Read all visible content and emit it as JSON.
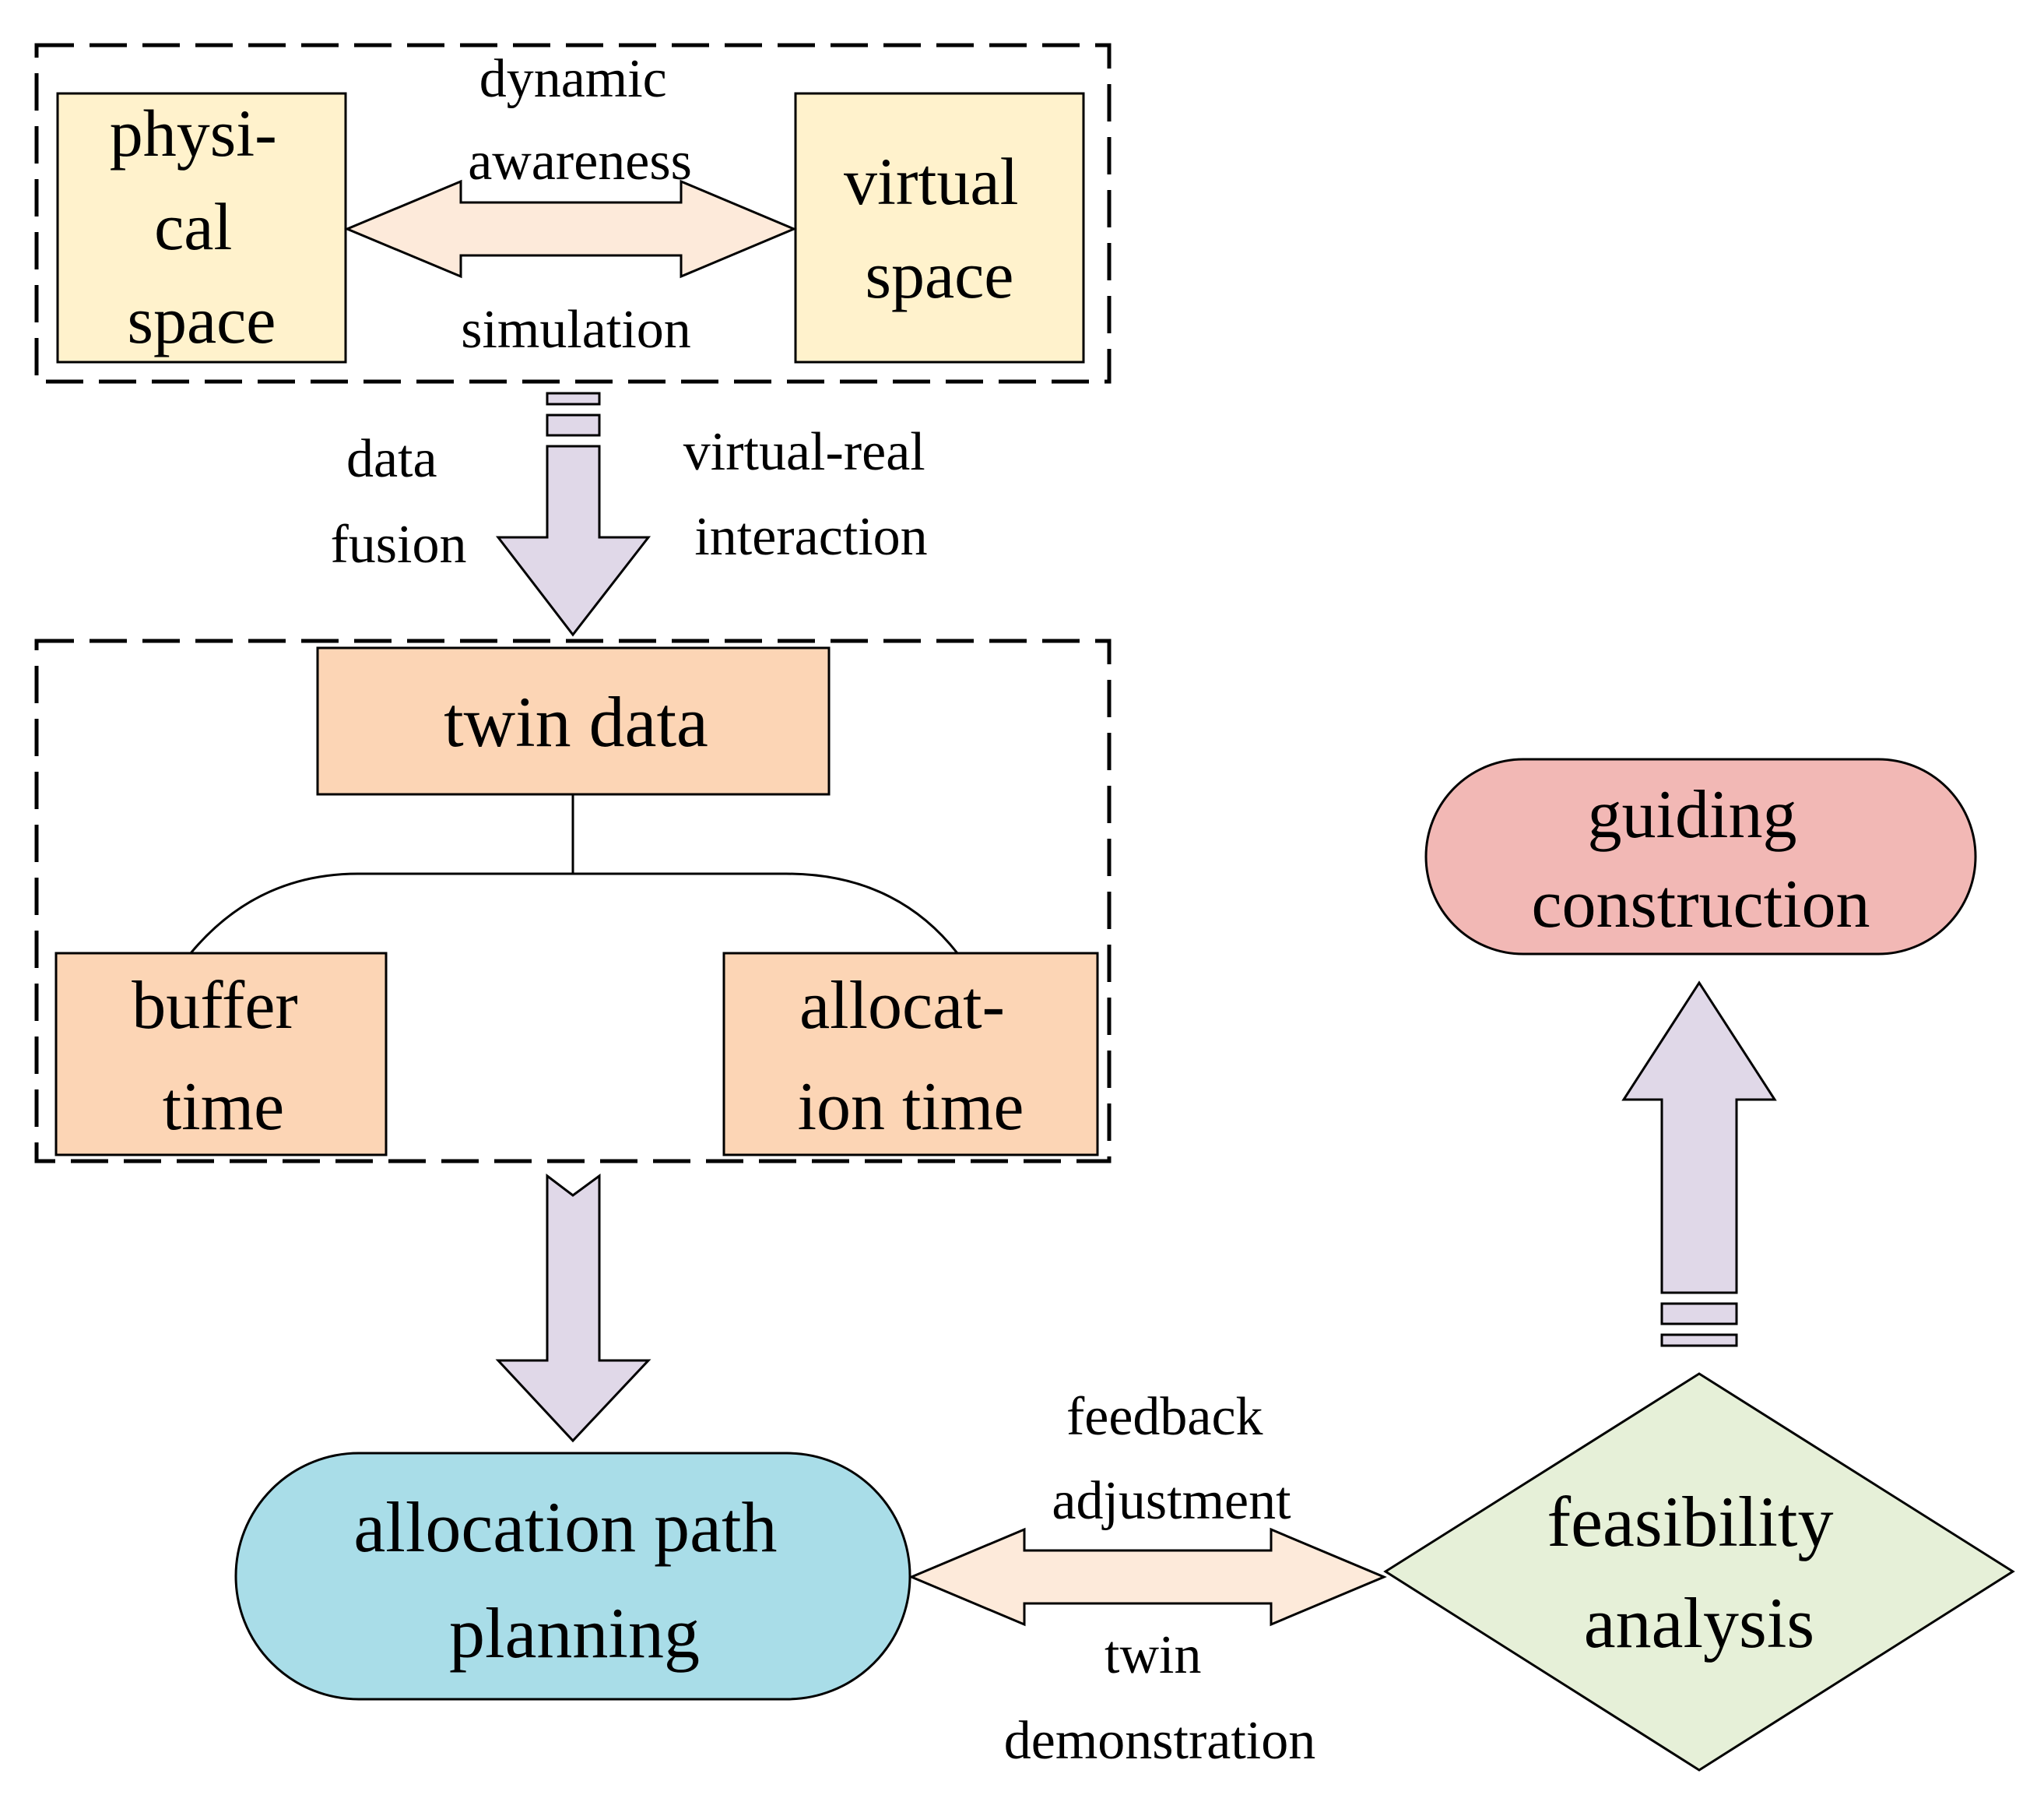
{
  "colors": {
    "space_box_fill": "#FFF2CC",
    "twin_box_fill": "#FCD5B5",
    "double_arrow_fill": "#FDEADA",
    "down_arrow_fill": "#E0D8E8",
    "planning_fill": "#A9DDE8",
    "feasibility_fill": "#E6F0D8",
    "guiding_fill": "#F2B8B5",
    "stroke": "#000000"
  },
  "nodes": {
    "physical_space": [
      "physi-",
      "cal",
      "space"
    ],
    "virtual_space": [
      "virtual",
      "space"
    ],
    "twin_data": "twin data",
    "buffer_time": [
      "buffer",
      "time"
    ],
    "allocation_time": [
      "allocat-",
      "ion time"
    ],
    "allocation_path_planning": [
      "allocation path",
      "planning"
    ],
    "feasibility_analysis": [
      "feasibility",
      "analysis"
    ],
    "guiding_construction": [
      "guiding",
      "construction"
    ]
  },
  "edge_labels": {
    "dynamic_awareness": [
      "dynamic",
      "awareness"
    ],
    "simulation": "simulation",
    "data_fusion": [
      "data",
      "fusion"
    ],
    "virtual_real_interaction": [
      "virtual-real",
      "interaction"
    ],
    "feedback_adjustment": [
      "feedback",
      "adjustment"
    ],
    "twin_demonstration": [
      "twin",
      "demonstration"
    ]
  }
}
